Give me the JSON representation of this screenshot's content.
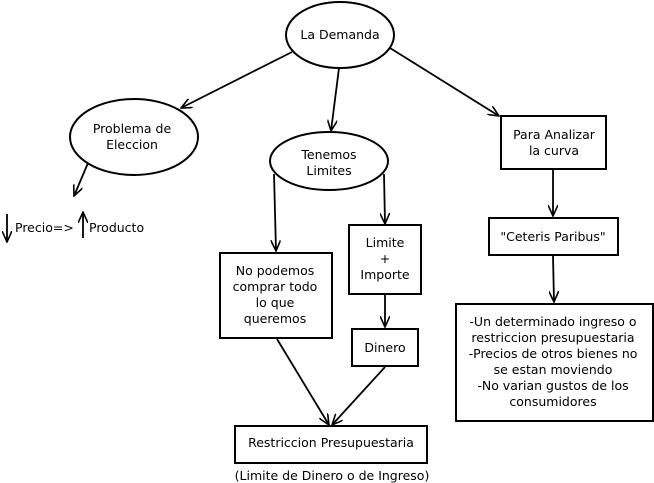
{
  "nodes": {
    "demanda": [
      "La Demanda"
    ],
    "problema": [
      "Problema de",
      "Eleccion"
    ],
    "tenemos": [
      "Tenemos",
      "Limites"
    ],
    "analizar": [
      "Para Analizar",
      "la curva"
    ],
    "ceteris": [
      "\"Ceteris Paribus\""
    ],
    "condiciones": [
      "-Un determinado ingreso o",
      "restriccion presupuestaria",
      "-Precios de otros bienes no",
      "se estan moviendo",
      "-No varian gustos de los",
      "consumidores"
    ],
    "no_podemos": [
      "No podemos",
      "comprar todo",
      "lo que",
      "queremos"
    ],
    "limite": [
      "Limite",
      "+",
      "Importe"
    ],
    "dinero": [
      "Dinero"
    ],
    "restriccion": [
      "Restriccion Presupuestaria"
    ]
  },
  "precio_producto": {
    "precio": "Precio=>",
    "producto": "Producto"
  },
  "caption": "(Limite de Dinero o de Ingreso)"
}
